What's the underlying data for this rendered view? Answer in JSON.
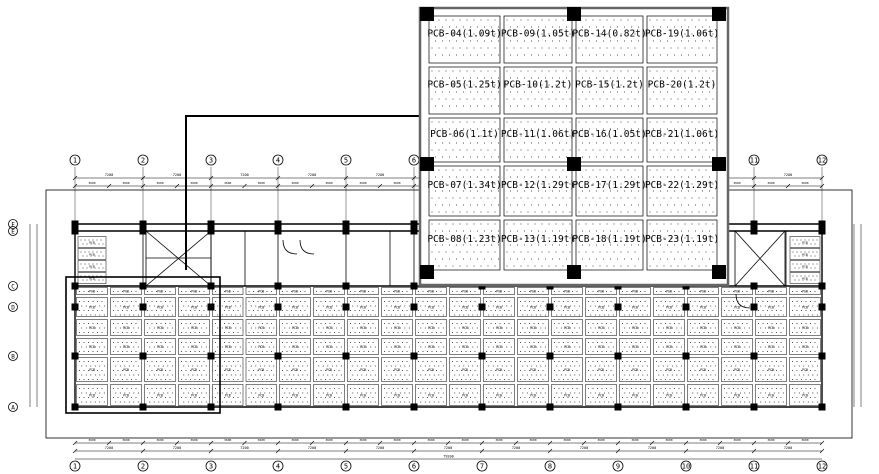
{
  "plan": {
    "grid_axes_x": [
      "1",
      "2",
      "3",
      "4",
      "5",
      "6",
      "7",
      "8",
      "9",
      "10",
      "11",
      "12"
    ],
    "grid_axes_y": [
      "F",
      "E",
      "C",
      "D",
      "B",
      "A"
    ],
    "top_dims_upper": [
      "7200",
      "7200",
      "7200",
      "7200",
      "7200",
      "7200",
      "7200",
      "7200",
      "7200",
      "7200",
      "7200"
    ],
    "top_dims_lower": [
      "3600",
      "3600",
      "3600",
      "3600",
      "3600",
      "3600",
      "3600",
      "3600",
      "3600",
      "3600",
      "3600",
      "3600",
      "3600",
      "3600",
      "3600",
      "3600",
      "3600",
      "3600",
      "3600",
      "3600",
      "3600",
      "3600"
    ],
    "bottom_dims_upper": [
      "3600",
      "3600",
      "3600",
      "3600",
      "3600",
      "3600",
      "3600",
      "3600",
      "3600",
      "3600",
      "3600",
      "3600",
      "3600",
      "3600",
      "3600",
      "3600",
      "3600",
      "3600",
      "3600",
      "3600",
      "3600",
      "3600"
    ],
    "bottom_dims_lower": [
      "7200",
      "7200",
      "7200",
      "7200",
      "7200",
      "7200",
      "7200",
      "7200",
      "7200",
      "7200",
      "7200"
    ],
    "bottom_total": "79200",
    "slab_small_label": "PCB"
  },
  "detail": {
    "columns": [
      [
        "PCB-04(1.09t)",
        "PCB-05(1.25t)",
        "PCB-06(1.1t)",
        "PCB-07(1.34t)",
        "PCB-08(1.23t)"
      ],
      [
        "PCB-09(1.05t)",
        "PCB-10(1.2t)",
        "PCB-11(1.06t)",
        "PCB-12(1.29t)",
        "PCB-13(1.19t)"
      ],
      [
        "PCB-14(0.82t)",
        "PCB-15(1.2t)",
        "PCB-16(1.05t)",
        "PCB-17(1.29t)",
        "PCB-18(1.19t)"
      ],
      [
        "PCB-19(1.06t)",
        "PCB-20(1.2t)",
        "PCB-21(1.06t)",
        "PCB-22(1.29t)",
        "PCB-23(1.19t)"
      ]
    ]
  }
}
